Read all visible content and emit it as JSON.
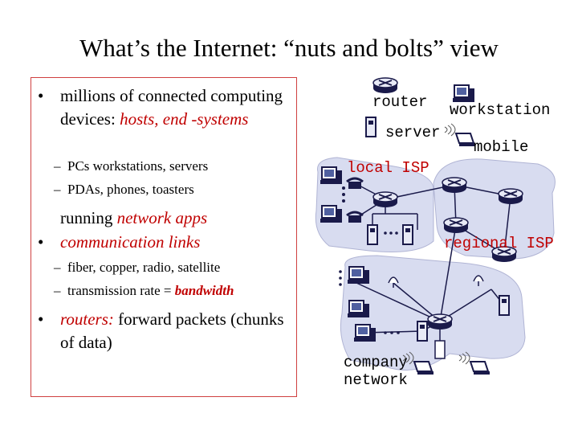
{
  "slide": {
    "title": "What’s the Internet: “nuts and bolts” view"
  },
  "bullets": {
    "b1_prefix": "millions of connected computing devices: ",
    "b1_em": "hosts, end -systems",
    "b1_sub1": "PCs workstations, servers",
    "b1_sub2": "PDAs, phones, toasters",
    "running_prefix": "running ",
    "running_em": "network apps",
    "b2": "communication links",
    "b2_sub1": "fiber, copper, radio, satellite",
    "b2_sub2_prefix": "transmission rate = ",
    "b2_sub2_em": "bandwidth",
    "b3_em": "routers:",
    "b3_rest": " forward packets (chunks of data)"
  },
  "legend": {
    "router": "router",
    "server": "server",
    "workstation": "workstation",
    "mobile": "mobile"
  },
  "network": {
    "local_isp": "local ISP",
    "regional_isp": "regional ISP",
    "company_line1": "company",
    "company_line2": "network"
  },
  "colors": {
    "accent_red": "#c00000",
    "region_fill": "#d8dcf0",
    "device": "#1a1a4a"
  }
}
